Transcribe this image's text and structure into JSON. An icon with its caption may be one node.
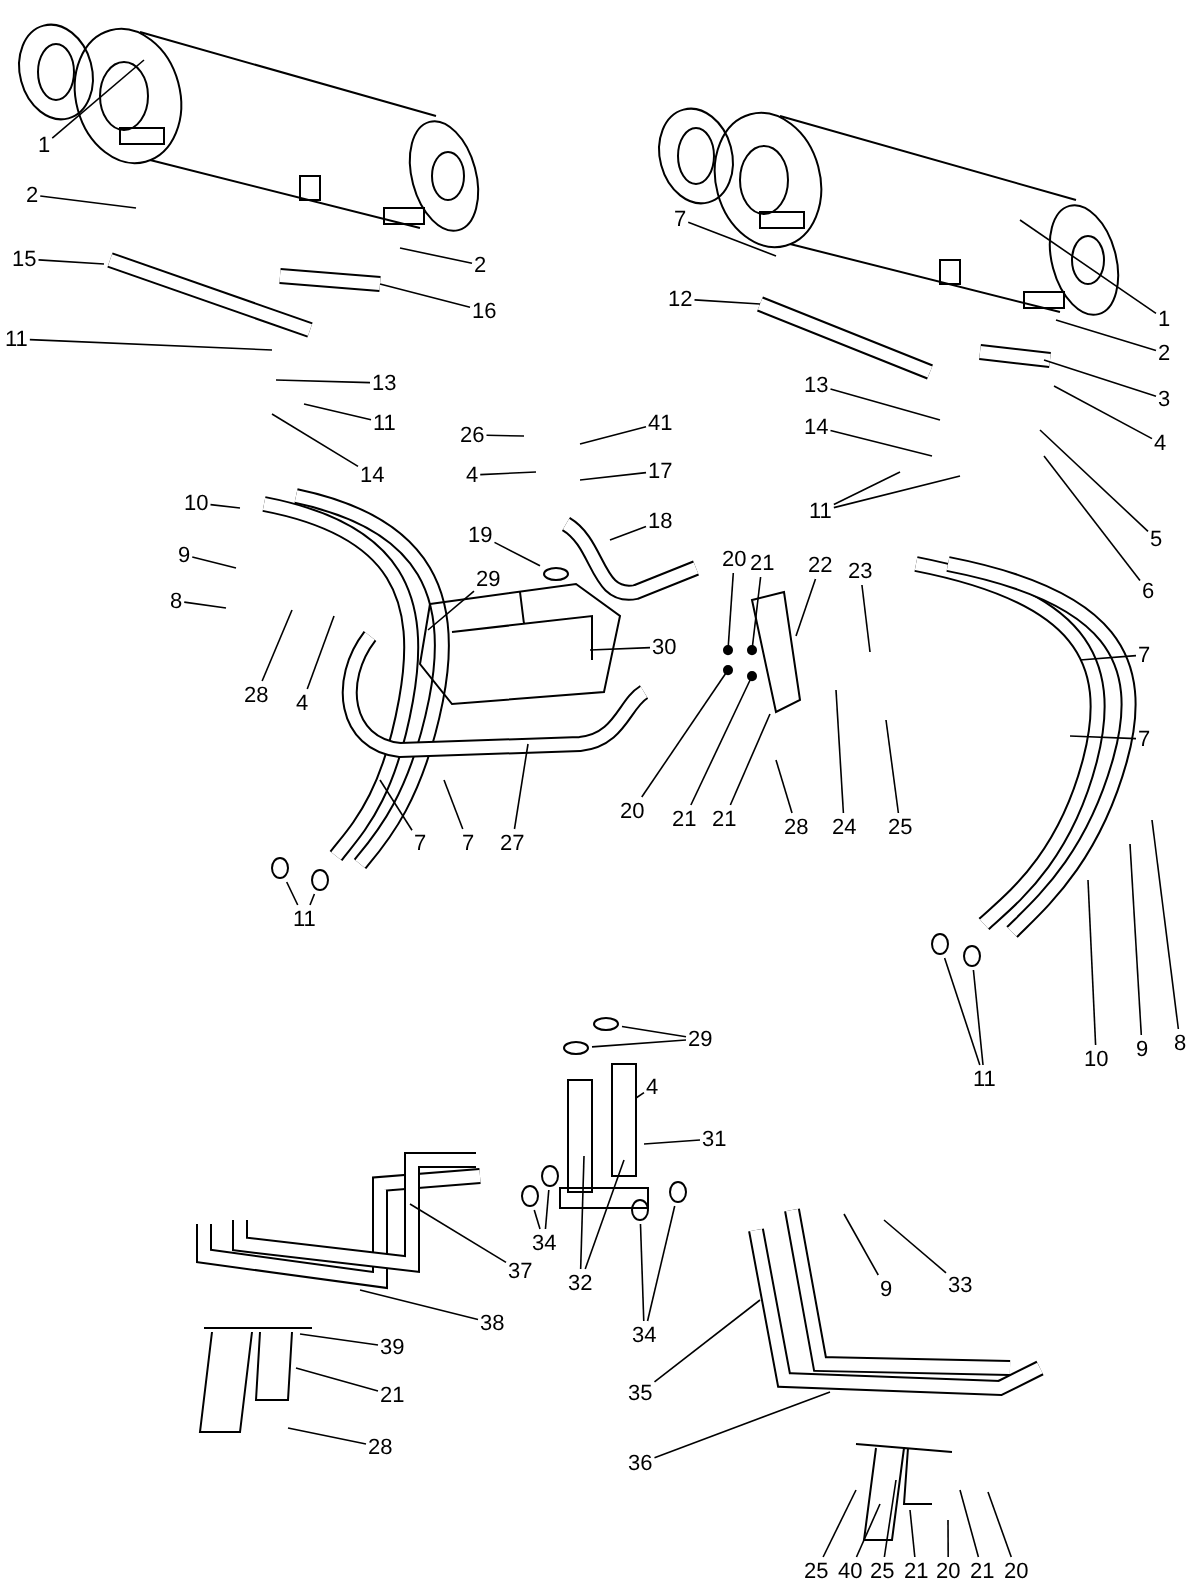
{
  "diagram": {
    "nodes": [
      {
        "text": [
          "1"
        ]
      },
      {
        "text": [
          "2"
        ]
      },
      {
        "text": [
          "2"
        ]
      },
      {
        "text": [
          "15"
        ]
      },
      {
        "text": [
          "16"
        ]
      },
      {
        "text": [
          "11"
        ]
      },
      {
        "text": [
          "13"
        ]
      },
      {
        "text": [
          "11"
        ]
      },
      {
        "text": [
          "14"
        ]
      },
      {
        "text": [
          "26"
        ]
      },
      {
        "text": [
          "41"
        ]
      },
      {
        "text": [
          "4"
        ]
      },
      {
        "text": [
          "17"
        ]
      },
      {
        "text": [
          "10"
        ]
      },
      {
        "text": [
          "19"
        ]
      },
      {
        "text": [
          "18"
        ]
      },
      {
        "text": [
          "9"
        ]
      },
      {
        "text": [
          "8"
        ]
      },
      {
        "text": [
          "29"
        ]
      },
      {
        "text": [
          "28"
        ]
      },
      {
        "text": [
          "4"
        ]
      },
      {
        "text": [
          "30"
        ]
      },
      {
        "text": [
          "20"
        ]
      },
      {
        "text": [
          "21"
        ]
      },
      {
        "text": [
          "22"
        ]
      },
      {
        "text": [
          "23"
        ]
      },
      {
        "text": [
          "20"
        ]
      },
      {
        "text": [
          "21"
        ]
      },
      {
        "text": [
          "21"
        ]
      },
      {
        "text": [
          "28"
        ]
      },
      {
        "text": [
          "24"
        ]
      },
      {
        "text": [
          "25"
        ]
      },
      {
        "text": [
          "7"
        ]
      },
      {
        "text": [
          "7"
        ]
      },
      {
        "text": [
          "27"
        ]
      },
      {
        "text": [
          "11"
        ]
      },
      {
        "text": [
          "7"
        ]
      },
      {
        "text": [
          "12"
        ]
      },
      {
        "text": [
          "1"
        ]
      },
      {
        "text": [
          "2"
        ]
      },
      {
        "text": [
          "3"
        ]
      },
      {
        "text": [
          "4"
        ]
      },
      {
        "text": [
          "5"
        ]
      },
      {
        "text": [
          "6"
        ]
      },
      {
        "text": [
          "13"
        ]
      },
      {
        "text": [
          "14"
        ]
      },
      {
        "text": [
          "11"
        ]
      },
      {
        "text": [
          "7"
        ]
      },
      {
        "text": [
          "7"
        ]
      },
      {
        "text": [
          "11"
        ]
      },
      {
        "text": [
          "10"
        ]
      },
      {
        "text": [
          "9"
        ]
      },
      {
        "text": [
          "8"
        ]
      },
      {
        "text": [
          "29"
        ]
      },
      {
        "text": [
          "4"
        ]
      },
      {
        "text": [
          "31"
        ]
      },
      {
        "text": [
          "34"
        ]
      },
      {
        "text": [
          "32"
        ]
      },
      {
        "text": [
          "34"
        ]
      },
      {
        "text": [
          "37"
        ]
      },
      {
        "text": [
          "38"
        ]
      },
      {
        "text": [
          "39"
        ]
      },
      {
        "text": [
          "21"
        ]
      },
      {
        "text": [
          "28"
        ]
      },
      {
        "text": [
          "35"
        ]
      },
      {
        "text": [
          "36"
        ]
      },
      {
        "text": [
          "9"
        ]
      },
      {
        "text": [
          "33"
        ]
      },
      {
        "text": [
          "25"
        ]
      },
      {
        "text": [
          "40"
        ]
      },
      {
        "text": [
          "25"
        ]
      },
      {
        "text": [
          "21"
        ]
      },
      {
        "text": [
          "20"
        ]
      },
      {
        "text": [
          "21"
        ]
      },
      {
        "text": [
          "20"
        ]
      },
      {
        "text": [],
        "shape": "circle"
      },
      {
        "text": [],
        "shape": "circle"
      },
      {
        "text": [],
        "shape": "circle"
      },
      {
        "text": [],
        "shape": "circle"
      },
      {
        "text": [],
        "shape": "circle"
      },
      {
        "text": [],
        "shape": "circle"
      },
      {
        "text": [],
        "shape": "circle"
      },
      {
        "text": [],
        "shape": "circle"
      },
      {
        "text": [],
        "shape": "circle"
      },
      {
        "text": [],
        "shape": "circle"
      },
      {
        "text": [],
        "shape": "circle"
      }
    ],
    "edges": [
      {
        "from": 0,
        "to": null,
        "arrow": "none"
      },
      {
        "from": 1,
        "to": null,
        "arrow": "none"
      },
      {
        "from": 2,
        "to": null,
        "arrow": "none"
      },
      {
        "from": 3,
        "to": null,
        "arrow": "none"
      },
      {
        "from": 4,
        "to": null,
        "arrow": "none"
      },
      {
        "from": 5,
        "to": null,
        "arrow": "none"
      },
      {
        "from": 6,
        "to": null,
        "arrow": "none"
      },
      {
        "from": 7,
        "to": null,
        "arrow": "none"
      },
      {
        "from": 8,
        "to": null,
        "arrow": "none"
      },
      {
        "from": 9,
        "to": null,
        "arrow": "none"
      },
      {
        "from": 10,
        "to": null,
        "arrow": "none"
      },
      {
        "from": 11,
        "to": null,
        "arrow": "none"
      },
      {
        "from": 12,
        "to": null,
        "arrow": "none"
      },
      {
        "from": 13,
        "to": null,
        "arrow": "none"
      },
      {
        "from": 14,
        "to": 75,
        "arrow": "none"
      },
      {
        "from": 15,
        "to": null,
        "arrow": "none"
      },
      {
        "from": 16,
        "to": null,
        "arrow": "none"
      },
      {
        "from": 17,
        "to": null,
        "arrow": "none"
      },
      {
        "from": 18,
        "to": null,
        "arrow": "none"
      },
      {
        "from": 19,
        "to": null,
        "arrow": "none"
      },
      {
        "from": 20,
        "to": null,
        "arrow": "none"
      },
      {
        "from": 21,
        "to": null,
        "arrow": "none"
      },
      {
        "from": 22,
        "to": null,
        "arrow": "none"
      },
      {
        "from": 23,
        "to": null,
        "arrow": "none"
      },
      {
        "from": 24,
        "to": null,
        "arrow": "none"
      },
      {
        "from": 25,
        "to": null,
        "arrow": "none"
      },
      {
        "from": 26,
        "to": null,
        "arrow": "none"
      },
      {
        "from": 27,
        "to": null,
        "arrow": "none"
      },
      {
        "from": 28,
        "to": null,
        "arrow": "none"
      },
      {
        "from": 29,
        "to": null,
        "arrow": "none"
      },
      {
        "from": 30,
        "to": null,
        "arrow": "none"
      },
      {
        "from": 31,
        "to": null,
        "arrow": "none"
      },
      {
        "from": 32,
        "to": null,
        "arrow": "none"
      },
      {
        "from": 33,
        "to": null,
        "arrow": "none"
      },
      {
        "from": 34,
        "to": null,
        "arrow": "none"
      },
      {
        "from": 35,
        "to": 76,
        "arrow": "none"
      },
      {
        "from": 35,
        "to": 77,
        "arrow": "none"
      },
      {
        "from": 36,
        "to": null,
        "arrow": "none"
      },
      {
        "from": 37,
        "to": null,
        "arrow": "none"
      },
      {
        "from": 38,
        "to": null,
        "arrow": "none"
      },
      {
        "from": 39,
        "to": null,
        "arrow": "none"
      },
      {
        "from": 40,
        "to": null,
        "arrow": "none"
      },
      {
        "from": 41,
        "to": null,
        "arrow": "none"
      },
      {
        "from": 42,
        "to": null,
        "arrow": "none"
      },
      {
        "from": 43,
        "to": null,
        "arrow": "none"
      },
      {
        "from": 44,
        "to": null,
        "arrow": "none"
      },
      {
        "from": 45,
        "to": null,
        "arrow": "none"
      },
      {
        "from": 46,
        "to": null,
        "arrow": "none"
      },
      {
        "from": 46,
        "to": null,
        "arrow": "none"
      },
      {
        "from": 47,
        "to": null,
        "arrow": "none"
      },
      {
        "from": 48,
        "to": null,
        "arrow": "none"
      },
      {
        "from": 49,
        "to": 78,
        "arrow": "none"
      },
      {
        "from": 49,
        "to": 79,
        "arrow": "none"
      },
      {
        "from": 50,
        "to": null,
        "arrow": "none"
      },
      {
        "from": 51,
        "to": null,
        "arrow": "none"
      },
      {
        "from": 52,
        "to": null,
        "arrow": "none"
      },
      {
        "from": 53,
        "to": 80,
        "arrow": "none"
      },
      {
        "from": 53,
        "to": 81,
        "arrow": "none"
      },
      {
        "from": 54,
        "to": null,
        "arrow": "none"
      },
      {
        "from": 55,
        "to": null,
        "arrow": "none"
      },
      {
        "from": 56,
        "to": 82,
        "arrow": "none"
      },
      {
        "from": 56,
        "to": 83,
        "arrow": "none"
      },
      {
        "from": 57,
        "to": null,
        "arrow": "none"
      },
      {
        "from": 57,
        "to": null,
        "arrow": "none"
      },
      {
        "from": 58,
        "to": 84,
        "arrow": "none"
      },
      {
        "from": 58,
        "to": 85,
        "arrow": "none"
      },
      {
        "from": 59,
        "to": null,
        "arrow": "none"
      },
      {
        "from": 60,
        "to": null,
        "arrow": "none"
      },
      {
        "from": 61,
        "to": null,
        "arrow": "none"
      },
      {
        "from": 62,
        "to": null,
        "arrow": "none"
      },
      {
        "from": 63,
        "to": null,
        "arrow": "none"
      },
      {
        "from": 64,
        "to": null,
        "arrow": "none"
      },
      {
        "from": 65,
        "to": null,
        "arrow": "none"
      },
      {
        "from": 66,
        "to": null,
        "arrow": "none"
      },
      {
        "from": 67,
        "to": null,
        "arrow": "none"
      },
      {
        "from": 68,
        "to": null,
        "arrow": "none"
      },
      {
        "from": 69,
        "to": null,
        "arrow": "none"
      },
      {
        "from": 70,
        "to": null,
        "arrow": "none"
      },
      {
        "from": 71,
        "to": null,
        "arrow": "none"
      },
      {
        "from": 72,
        "to": null,
        "arrow": "none"
      },
      {
        "from": 73,
        "to": null,
        "arrow": "none"
      },
      {
        "from": 74,
        "to": null,
        "arrow": "none"
      }
    ]
  }
}
